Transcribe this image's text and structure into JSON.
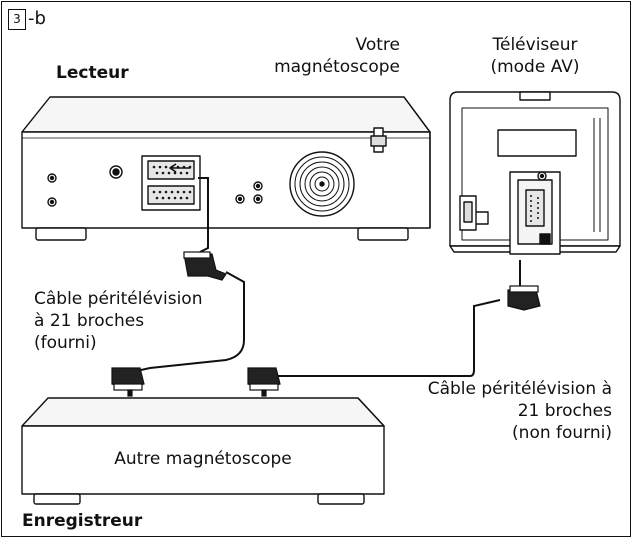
{
  "figure": {
    "step_number": "3",
    "step_suffix": "-b"
  },
  "labels": {
    "player": "Lecteur",
    "your_vcr_line1": "Votre",
    "your_vcr_line2": "magnétoscope",
    "tv_line1": "Téléviseur",
    "tv_line2": "(mode AV)",
    "cable_supplied_line1": "Câble péritélévision",
    "cable_supplied_line2": "à 21 broches",
    "cable_supplied_line3": "(fourni)",
    "cable_not_supplied_line1": "Câble péritélévision à",
    "cable_not_supplied_line2": "21 broches",
    "cable_not_supplied_line3": "(non fourni)",
    "other_vcr": "Autre magnétoscope",
    "recorder": "Enregistreur"
  }
}
